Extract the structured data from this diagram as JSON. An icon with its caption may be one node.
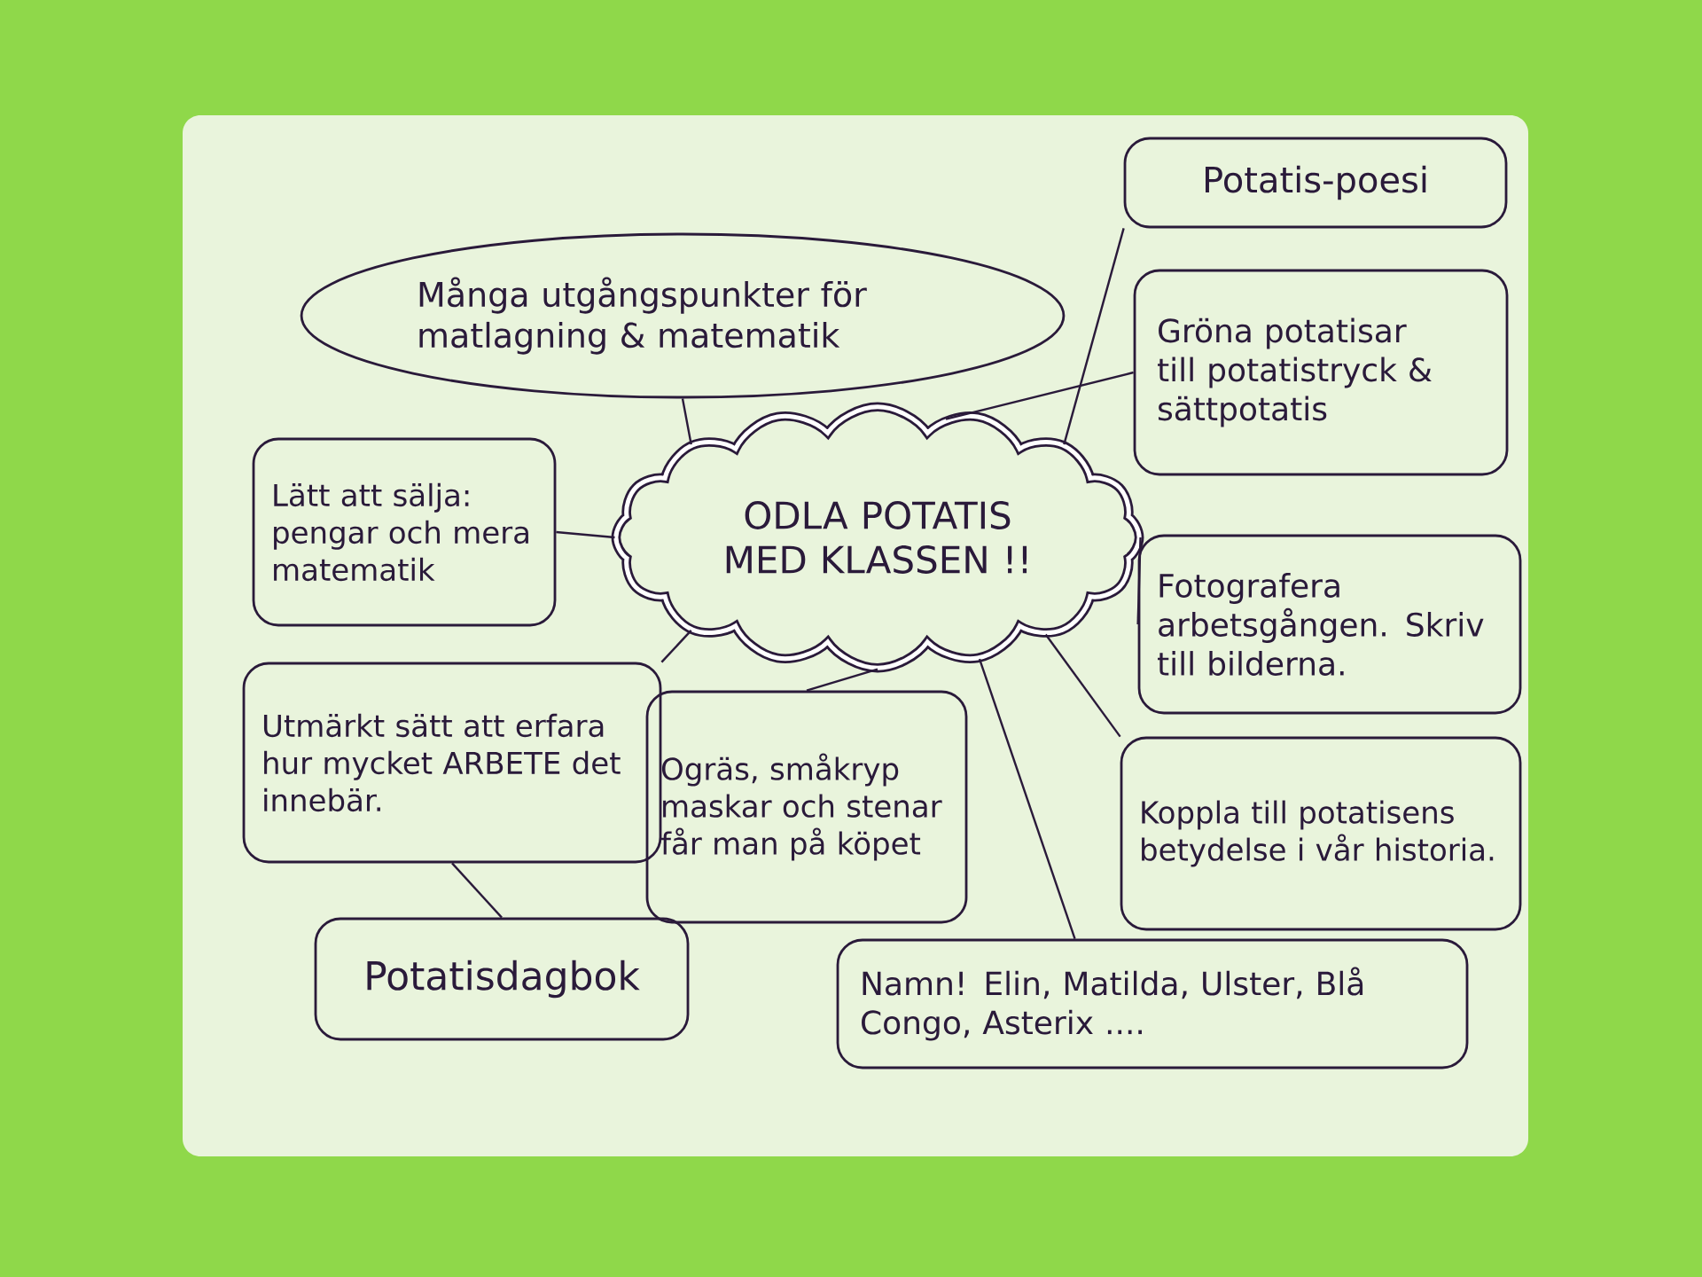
{
  "diagram": {
    "nodes": [
      {
        "text": [
          "ODLA POTATIS MED KLASSEN !!"
        ]
      },
      {
        "text": [
          "Många utgångspunkter för matlagning & matematik"
        ]
      },
      {
        "text": [
          "Potatis-poesi"
        ]
      },
      {
        "text": [
          "Gröna potatisar till potatistryck & sättpotatis"
        ]
      },
      {
        "text": [
          "Lätt att sälja: pengar och mera matematik"
        ]
      },
      {
        "text": [
          "Fotografera arbetsgången. Skriv till bilderna."
        ]
      },
      {
        "text": [
          "Utmärkt sätt att erfara hur mycket ARBETE det innebär."
        ]
      },
      {
        "text": [
          "Ogräs, småkryp maskar och stenar får man på köpet"
        ]
      },
      {
        "text": [
          "Koppla till potatisens betydelse i vår historia."
        ]
      },
      {
        "text": [
          "Potatisdagbok"
        ]
      },
      {
        "text": [
          "Namn! Elin, Matilda, Ulster, Blå Congo, Asterix ...."
        ]
      }
    ],
    "edges": [
      {
        "from": 0,
        "to": 1,
        "arrow": "none"
      },
      {
        "from": 0,
        "to": 2,
        "arrow": "none"
      },
      {
        "from": 0,
        "to": 3,
        "arrow": "none"
      },
      {
        "from": 0,
        "to": 4,
        "arrow": "none"
      },
      {
        "from": 0,
        "to": 5,
        "arrow": "none"
      },
      {
        "from": 0,
        "to": 6,
        "arrow": "none"
      },
      {
        "from": 0,
        "to": 7,
        "arrow": "none"
      },
      {
        "from": 0,
        "to": 8,
        "arrow": "none"
      },
      {
        "from": 0,
        "to": 10,
        "arrow": "none"
      },
      {
        "from": 6,
        "to": 9,
        "arrow": "none"
      }
    ]
  }
}
